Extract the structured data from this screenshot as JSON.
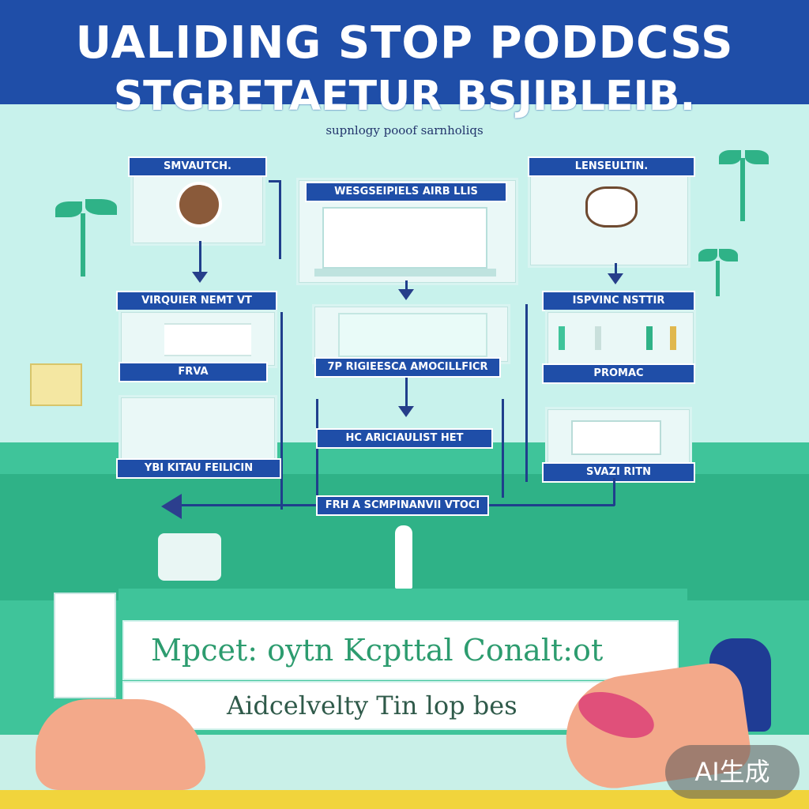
{
  "header": {
    "title_line1": "UALIDING STOP PODDCSS",
    "title_line2": "STGBETAETUR BSJIBLEIB.",
    "subtitle": "supnlogy  pooof sarnholiqs"
  },
  "top_panels": {
    "left_label": "SMVAUTCH.",
    "center_label": "WESGSEIPIELS AIRB LLIS",
    "right_label": "LENSEULTIN."
  },
  "row2": {
    "left_label": "VIRQUIER NEMT VT",
    "right_label": "ISPVINC NSTTIR",
    "left_sub_label": "FRVA",
    "center_label": "7P RIGIEESCA AMOCILLFICR",
    "right_sub_label": "PROMAC"
  },
  "row3": {
    "center_label": "HC ARICIAULIST HET",
    "left_label": "YBI KITAU FEILICIN",
    "right_label": "SVAZI RITN",
    "bottom_label": "FRH A SCMPINANVII VTOCI"
  },
  "bottom": {
    "line1": "Mpcet: oytn Kcpttal  Conalt:ot",
    "line2": "Aidcelvelty Tin lop bes"
  },
  "watermark": "AI生成",
  "colors": {
    "header_blue": "#1f4ea8",
    "label_blue": "#1f4ea8",
    "green": "#3fc49a",
    "light_teal": "#c8f2ec",
    "yellow": "#f1d43c"
  }
}
